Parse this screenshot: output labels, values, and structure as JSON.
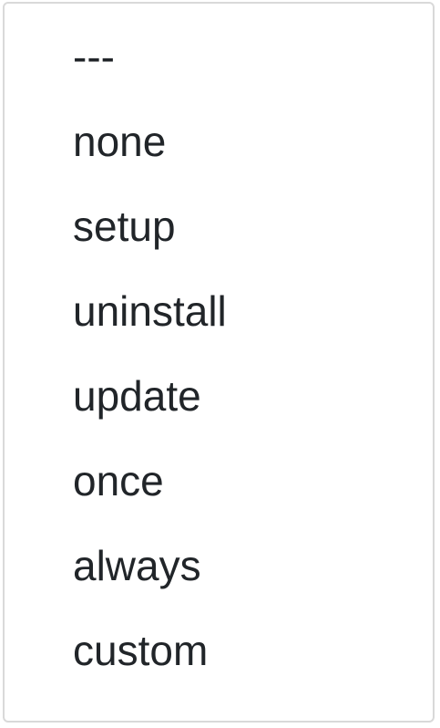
{
  "dropdown": {
    "options": [
      {
        "label": "---"
      },
      {
        "label": "none"
      },
      {
        "label": "setup"
      },
      {
        "label": "uninstall"
      },
      {
        "label": "update"
      },
      {
        "label": "once"
      },
      {
        "label": "always"
      },
      {
        "label": "custom"
      }
    ]
  }
}
